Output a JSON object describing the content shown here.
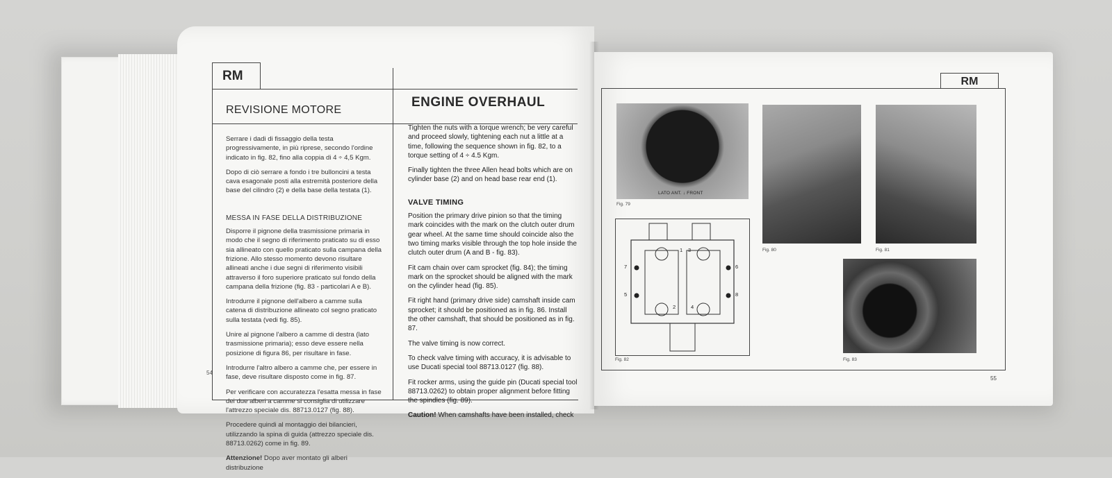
{
  "left_page": {
    "tab": "RM",
    "section_it": "REVISIONE MOTORE",
    "section_en": "ENGINE OVERHAUL",
    "page_number": "54",
    "it": {
      "p1": "Serrare i dadi di fissaggio della testa progressivamente, in più riprese, secondo l'ordine indicato in fig. 82, fino alla coppia di 4 ÷ 4,5 Kgm.",
      "p2": "Dopo di ciò serrare a fondo i tre bulloncini a testa cava esagonale posti alla estremità posteriore della base del cilindro (2) e della base della testata (1).",
      "subhead": "MESSA IN FASE DELLA DISTRIBUZIONE",
      "p3": "Disporre il pignone della trasmissione primaria in modo che il segno di riferimento praticato su di esso sia allineato con quello praticato sulla campana della frizione. Allo stesso momento devono risultare allineati anche i due segni di riferimento visibili attraverso il foro superiore praticato sul fondo della campana della frizione (fig. 83 - particolari A e B).",
      "p4": "Introdurre il pignone dell'albero a camme sulla catena di distribuzione allineato col segno praticato sulla testata (vedi fig. 85).",
      "p5": "Unire al pignone l'albero a camme di destra (lato trasmissione primaria); esso deve essere nella posizione di figura 86, per risultare in fase.",
      "p6": "Introdurre l'altro albero a camme che, per essere in fase, deve risultare disposto come in fig. 87.",
      "p7": "Per verificare con accuratezza l'esatta messa in fase dei due alberi a camme si consiglia di utilizzare l'attrezzo speciale dis. 88713.0127 (fig. 88).",
      "p8": "Procedere quindi al montaggio dei bilancieri, utilizzando la spina di guida (attrezzo speciale dis. 88713.0262) come in fig. 89.",
      "caution_label": "Attenzione!",
      "caution_text": "Dopo aver montato gli alberi distribuzione"
    },
    "en": {
      "p1": "Tighten the nuts with a torque wrench; be very careful and proceed slowly, tightening each nut a little at a time, following the sequence shown in fig. 82, to a torque setting of 4 ÷ 4.5 Kgm.",
      "p2": "Finally tighten the three Allen head bolts which are on cylinder base (2) and on head base rear end (1).",
      "subhead": "VALVE TIMING",
      "p3": "Position the primary drive pinion so that the timing mark coincides with the mark on the clutch outer drum gear wheel. At the same time should coincide also the two timing marks visible through the top hole inside the clutch outer drum (A and B - fig. 83).",
      "p4": "Fit cam chain over cam sprocket (fig. 84); the timing mark on the sprocket should be aligned with the mark on the cylinder head (fig. 85).",
      "p5": "Fit right hand (primary drive side) camshaft inside cam sprocket; it should be positioned as in fig. 86. Install the other camshaft, that should be positioned as in fig. 87.",
      "p6": "The valve timing is now correct.",
      "p7": "To check valve timing with accuracy, it is advisable to use Ducati special tool 88713.0127 (fig. 88).",
      "p8": "Fit rocker arms, using the guide pin (Ducati special tool 88713.0262) to obtain proper alignment before fitting the spindles (fig. 89).",
      "caution_label": "Caution!",
      "caution_text": "When camshafts have been installed, check"
    }
  },
  "right_page": {
    "tab": "RM",
    "page_number": "55",
    "fig79_label": "LATO ANT. ↓ FRONT",
    "fig79_caption": "Fig. 79",
    "fig80_caption": "Fig. 80",
    "fig81_caption": "Fig. 81",
    "fig82_caption": "Fig. 82",
    "fig83_caption": "Fig. 83",
    "diagram_numbers": [
      "7",
      "5",
      "1",
      "3",
      "6",
      "8",
      "2",
      "4"
    ]
  }
}
